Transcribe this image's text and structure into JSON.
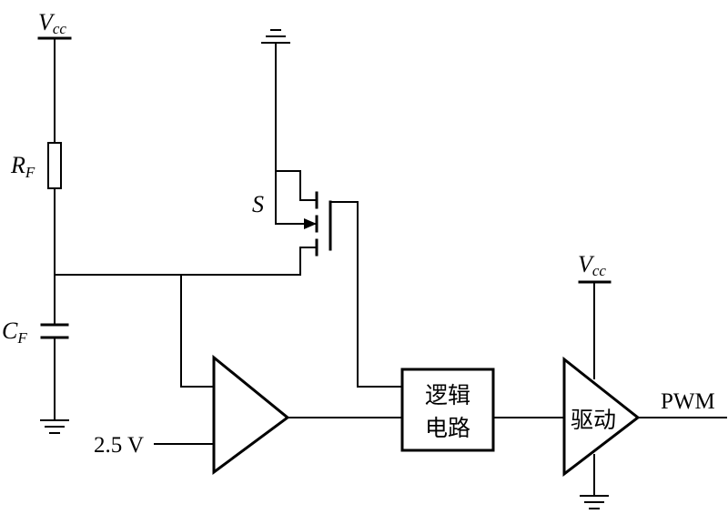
{
  "supply_top": {
    "main": "V",
    "sub": "cc"
  },
  "supply_driver": {
    "main": "V",
    "sub": "cc"
  },
  "resistor": {
    "main": "R",
    "sub": "F"
  },
  "capacitor": {
    "main": "C",
    "sub": "F"
  },
  "switch_label": "S",
  "reference_voltage": "2.5 V",
  "logic_block": {
    "line1": "逻辑",
    "line2": "电路"
  },
  "driver_label": "驱动",
  "output_label": "PWM"
}
